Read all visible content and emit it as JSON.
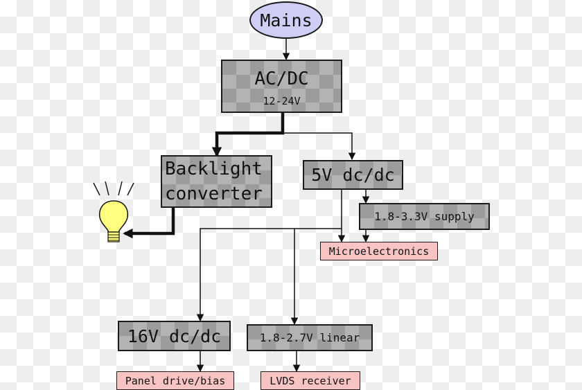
{
  "nodes": {
    "mains": "Mains",
    "acdc": {
      "title": "AC/DC",
      "subtitle": "12-24V"
    },
    "backlight": {
      "line1": "Backlight",
      "line2": "converter"
    },
    "dcdc5v": "5V dc/dc",
    "supply": "1.8-3.3V supply",
    "microelectronics": "Microelectronics",
    "dcdc16v": "16V dc/dc",
    "linear": "1.8-2.7V linear",
    "panel": "Panel drive/bias",
    "lvds": "LVDS receiver"
  },
  "icons": {
    "lamp": "light-bulb-icon"
  },
  "colors": {
    "converter_fill": "#9c9c9c",
    "source_fill": "#cfcff5",
    "load_fill": "#f7c3c3",
    "lamp_fill": "#ffff80"
  }
}
